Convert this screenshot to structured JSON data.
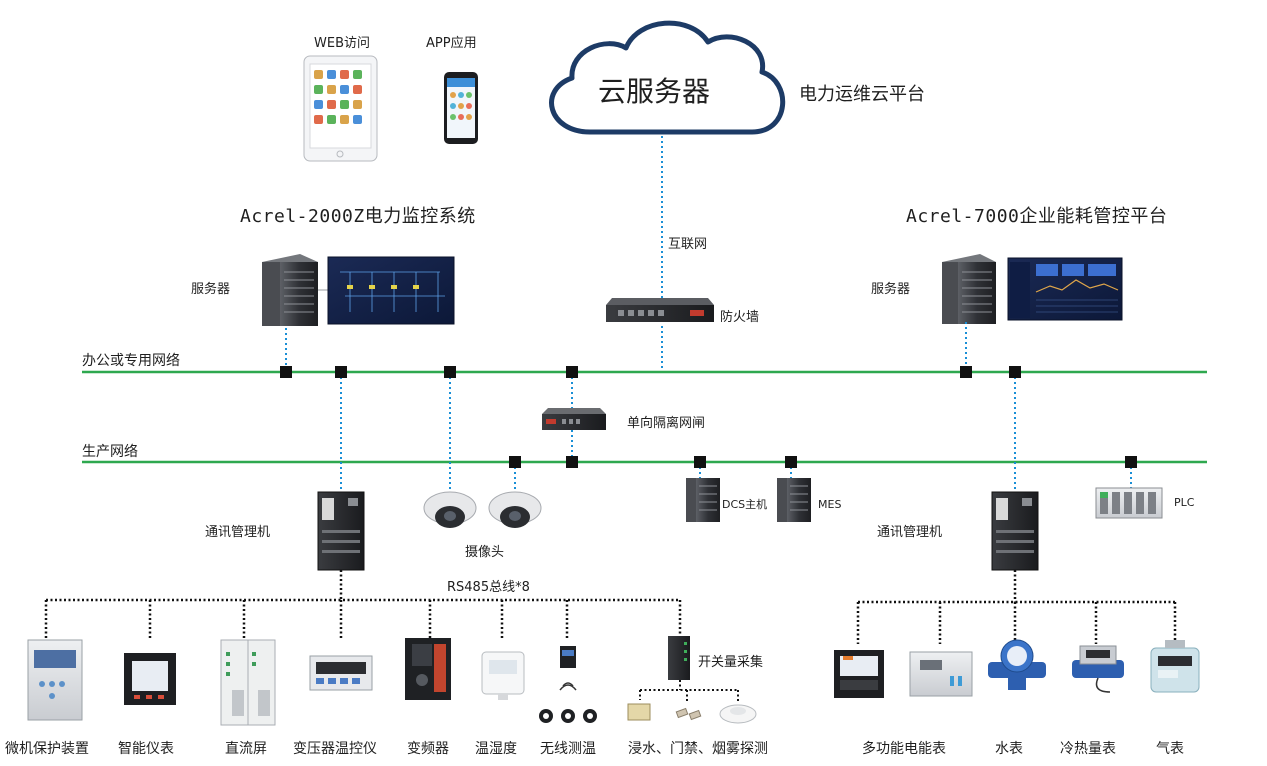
{
  "cloud": {
    "label": "云服务器",
    "platform": "电力运维云平台"
  },
  "access": {
    "web": "WEB访问",
    "app": "APP应用"
  },
  "systems": {
    "left": "Acrel-2000Z电力监控系统",
    "right": "Acrel-7000企业能耗管控平台"
  },
  "network": {
    "internet": "互联网",
    "firewall": "防火墙",
    "office": "办公或专用网络",
    "production": "生产网络",
    "isolation": "单向隔离网闸"
  },
  "servers": {
    "left": "服务器",
    "right": "服务器"
  },
  "gateways": {
    "left": "通讯管理机",
    "right": "通讯管理机"
  },
  "camera": "摄像头",
  "dcs": "DCS主机",
  "mes": "MES",
  "plc": "PLC",
  "bus": "RS485总线*8",
  "switch_collect": "开关量采集",
  "left_devices": [
    "微机保护装置",
    "智能仪表",
    "直流屏",
    "变压器温控仪",
    "变频器",
    "温湿度",
    "无线测温",
    "浸水、门禁、烟雾探测"
  ],
  "right_devices": [
    "多功能电能表",
    "水表",
    "冷热量表",
    "气表"
  ],
  "colors": {
    "network_line": "#2ea84f",
    "link": "#1a8fd6",
    "node": "#111111",
    "cloud_stroke": "#1d3b66"
  }
}
